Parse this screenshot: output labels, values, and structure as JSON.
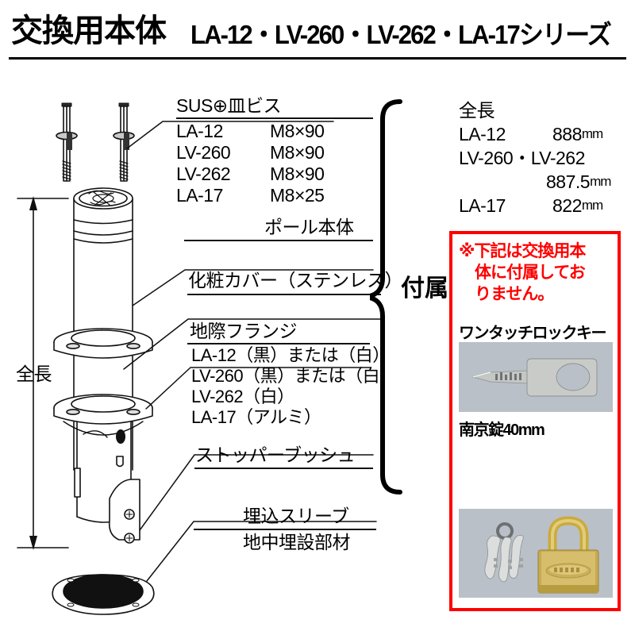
{
  "header": {
    "title_main": "交換用本体",
    "title_series": "LA-12・LV-260・LV-262・LA-17シリーズ"
  },
  "screw_callout": {
    "heading": "SUS⊕皿ビス",
    "rows": [
      {
        "model": "LA-12",
        "size": "M8×90"
      },
      {
        "model": "LV-260",
        "size": "M8×90"
      },
      {
        "model": "LV-262",
        "size": "M8×90"
      },
      {
        "model": "LA-17",
        "size": "M8×25"
      }
    ]
  },
  "callouts": {
    "pole_body": "ポール本体",
    "decorative_cover": "化粧カバー（ステンレス）",
    "ground_flange": "地際フランジ",
    "flange_variants": [
      "LA-12（黒）または（白）",
      "LV-260（黒）または（白）",
      "LV-262（白）",
      "LA-17（アルミ）"
    ],
    "stopper_bush": "ストッパーブッシュ",
    "embedded_sleeve": "埋込スリーブ",
    "underground_part": "地中埋設部材"
  },
  "brace": {
    "label": "付属"
  },
  "dimension": {
    "label": "全長"
  },
  "length_spec": {
    "heading": "全長",
    "rows": [
      {
        "model": "LA-12",
        "value": "888",
        "unit": "mm"
      },
      {
        "model": "LV-260・LV-262",
        "value": "",
        "unit": ""
      },
      {
        "model": "",
        "value": "887.5",
        "unit": "mm"
      },
      {
        "model": "LA-17",
        "value": "822",
        "unit": "mm"
      }
    ]
  },
  "warning_box": {
    "note_line1": "※下記は交換用本",
    "note_line2": "体に付属してお",
    "note_line3": "りません。",
    "items": [
      {
        "title": "ワンタッチロックキー",
        "image": "one-touch-lock-key-photo"
      },
      {
        "title": "南京錠40mm",
        "image": "padlock-photo"
      }
    ]
  },
  "colors": {
    "warning_red": "#ff0000",
    "line_black": "#111111",
    "photo_bg": "#b9c0c8",
    "brass": "#c8a93a"
  }
}
